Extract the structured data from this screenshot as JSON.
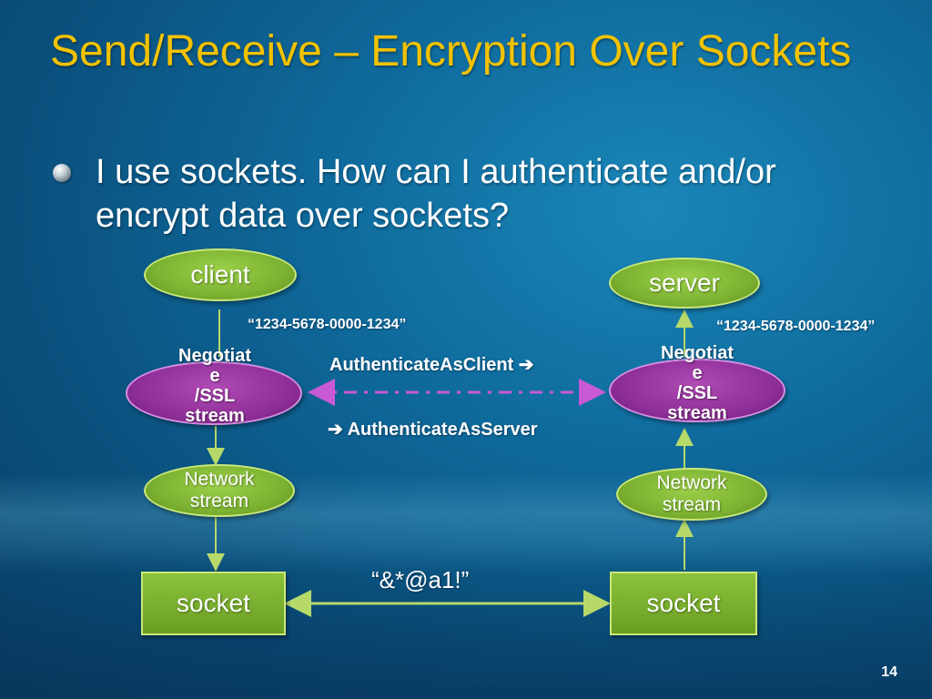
{
  "slide": {
    "title": "Send/Receive – Encryption Over Sockets",
    "bullet": "I use sockets. How can I authenticate and/or encrypt data over sockets?",
    "page_number": "14"
  },
  "diagram": {
    "client_label": "client",
    "server_label": "server",
    "client_key": "“1234-5678-0000-1234”",
    "server_key": "“1234-5678-0000-1234”",
    "left_negotiate_label": "Negotiat\ne\n/SSL\nstream",
    "right_negotiate_label": "Negotiat\ne\n/SSL\nstream",
    "authenticate_client": "AuthenticateAsClient ➔",
    "authenticate_server": "➔ AuthenticateAsServer",
    "left_network_label": "Network\nstream",
    "right_network_label": "Network\nstream",
    "left_socket_label": "socket",
    "right_socket_label": "socket",
    "wire_data": "“&*@a1!”"
  },
  "colors": {
    "title": "#f2c200",
    "text": "#ffffff",
    "node_green": "#7db232",
    "node_purple": "#8d2d96",
    "arrow": "#b6d96a"
  }
}
